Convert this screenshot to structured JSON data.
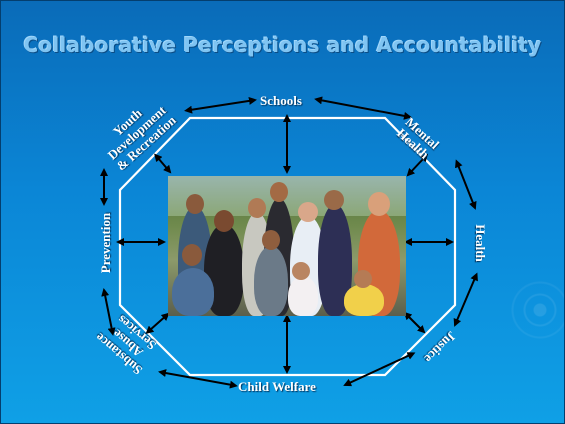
{
  "slide": {
    "title": "Collaborative Perceptions and Accountability"
  },
  "nodes": {
    "schools": "Schools",
    "mental_health": [
      "Mental",
      "Health"
    ],
    "health": "Health",
    "justice": "Justice",
    "child_welfare": "Child Welfare",
    "substance_abuse": [
      "Substance",
      "Abuse",
      "Services"
    ],
    "prevention": "Prevention",
    "youth_development": [
      "Youth",
      "Development",
      "& Recreation"
    ]
  },
  "photo": {
    "description_icon": "group-photo-image"
  },
  "colors": {
    "background_top": "#0a6bb8",
    "background_bottom": "#0fa0e6",
    "title": "#7fc4f2",
    "lines": "#ffffff",
    "arrows": "#000000"
  }
}
